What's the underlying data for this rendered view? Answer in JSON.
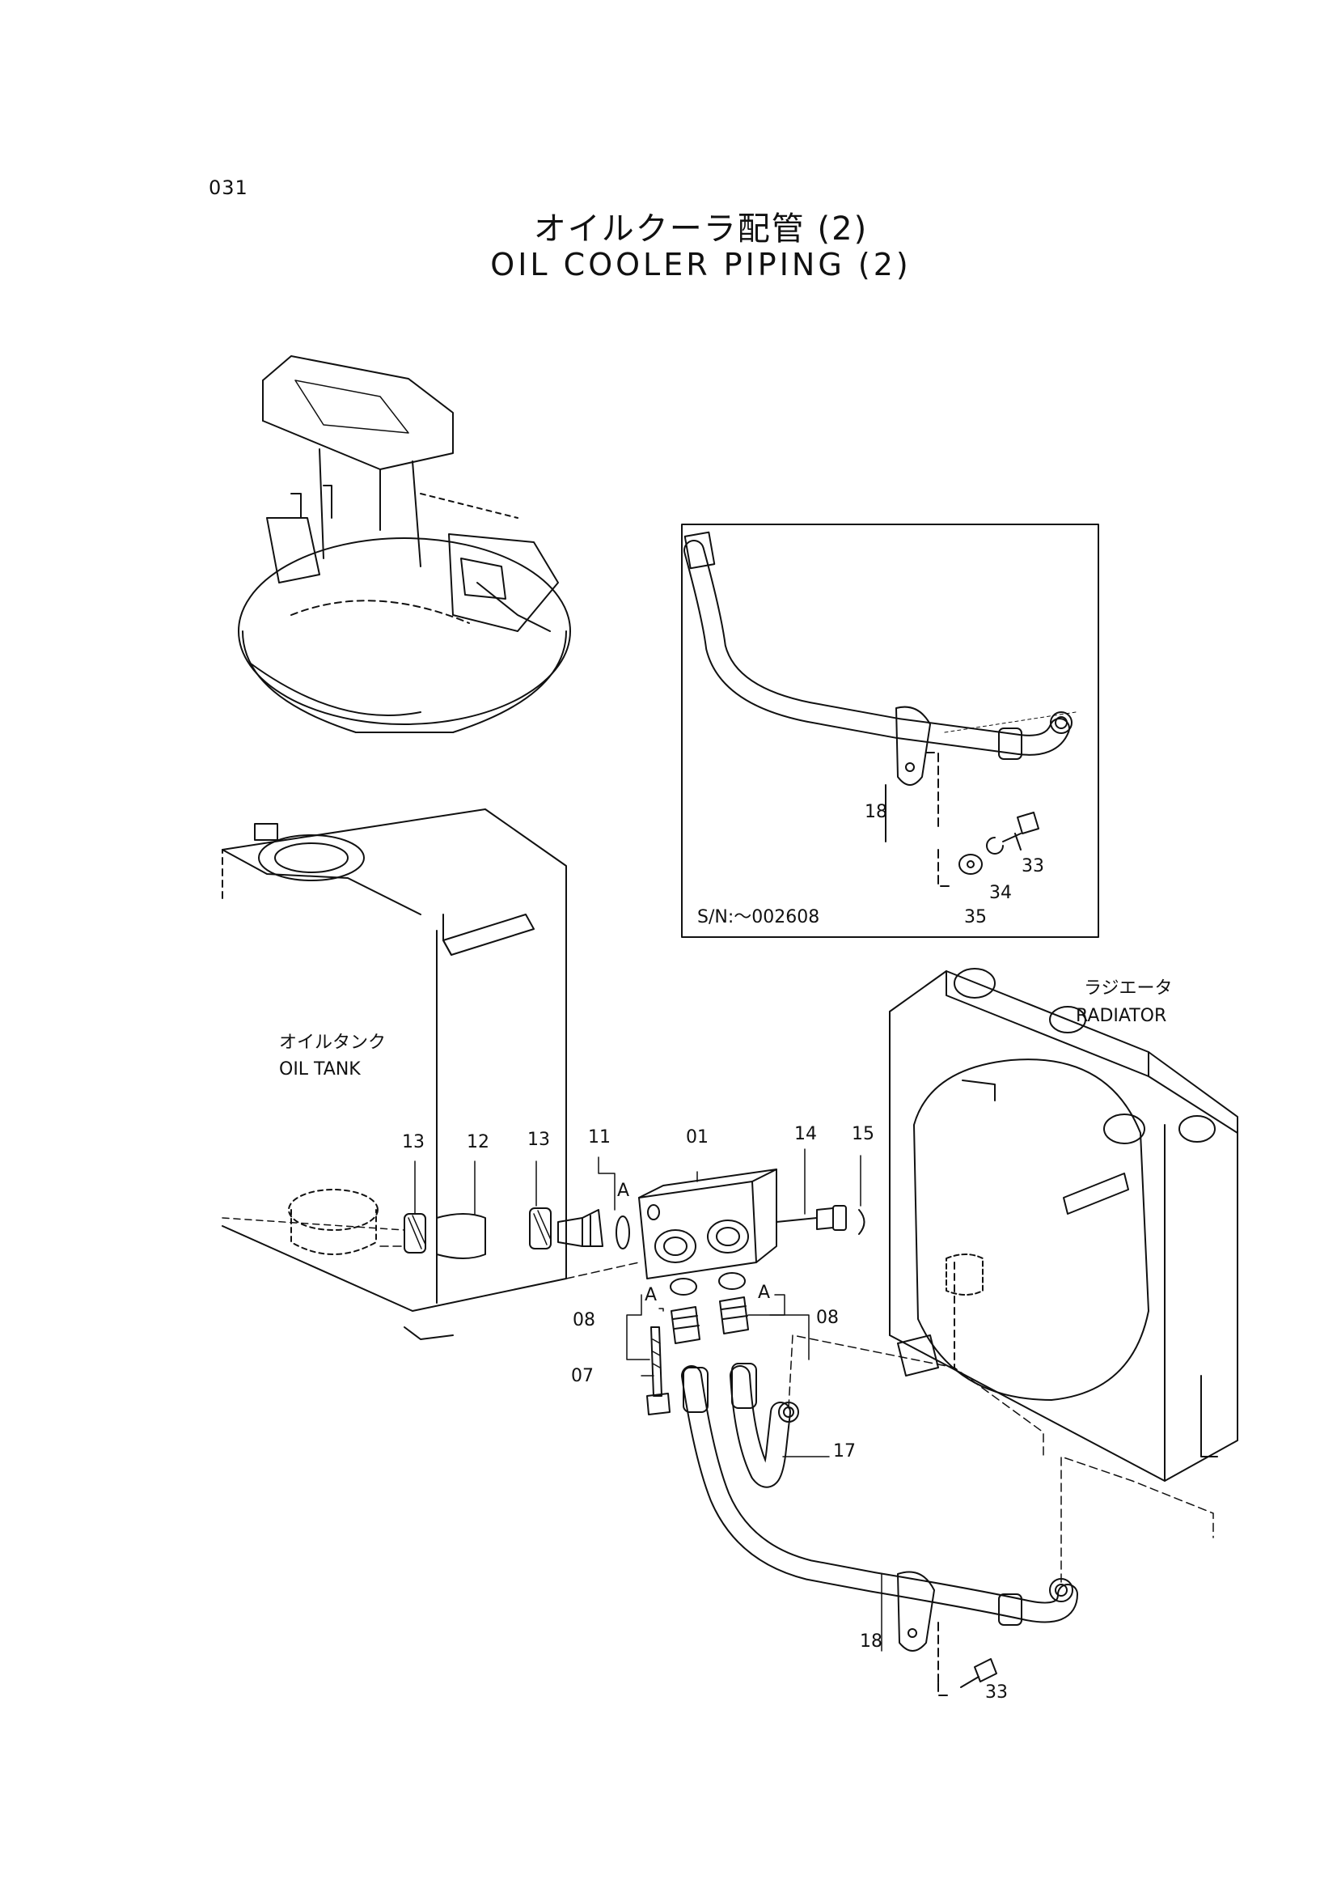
{
  "page_number": "031",
  "title_jp": "オイルクーラ配管 (2)",
  "title_en": "OIL COOLER PIPING (2)",
  "inset_serial": "S/N:～002608",
  "labels": {
    "oil_tank_jp": "オイルタンク",
    "oil_tank_en": "OIL TANK",
    "radiator_jp": "ラジエータ",
    "radiator_en": "RADIATOR",
    "section_a": "A"
  },
  "callouts": {
    "p01": "01",
    "p07": "07",
    "p08_left": "08",
    "p08_right": "08",
    "p11": "11",
    "p12": "12",
    "p13_left": "13",
    "p13_right": "13",
    "p14": "14",
    "p15": "15",
    "p17": "17",
    "p18_main": "18",
    "p33_main": "33",
    "p18_inset": "18",
    "p33_inset": "33",
    "p34_inset": "34",
    "p35_inset": "35"
  }
}
